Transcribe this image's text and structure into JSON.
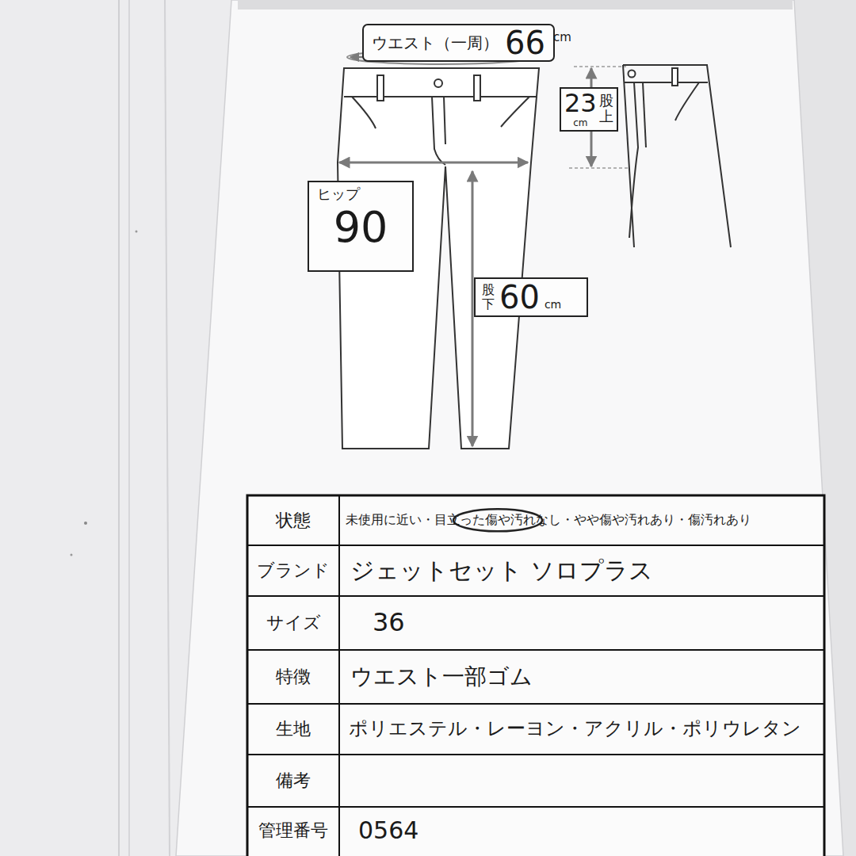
{
  "diagram": {
    "nodes": [
      {
        "text": [
          "ウエスト（一周）",
          "66"
        ]
      },
      {
        "text": [
          "23",
          "cm",
          "股上"
        ]
      },
      {
        "text": [
          "ヒップ",
          "90"
        ]
      },
      {
        "text": [
          "股下",
          "60",
          "cm"
        ]
      }
    ],
    "labels": [
      "cm",
      "状態",
      "未使用に近い・目立った傷や汚れなし・やや傷や汚れあり・傷汚れあり",
      "ブランド",
      "ジェットセット ソロプラス",
      "サイズ",
      "36",
      "特徴",
      "ウエスト一部ゴム",
      "生地",
      "ポリエステル・レーヨン・アクリル・ポリウレタン",
      "備考",
      "管理番号",
      "0564"
    ]
  }
}
